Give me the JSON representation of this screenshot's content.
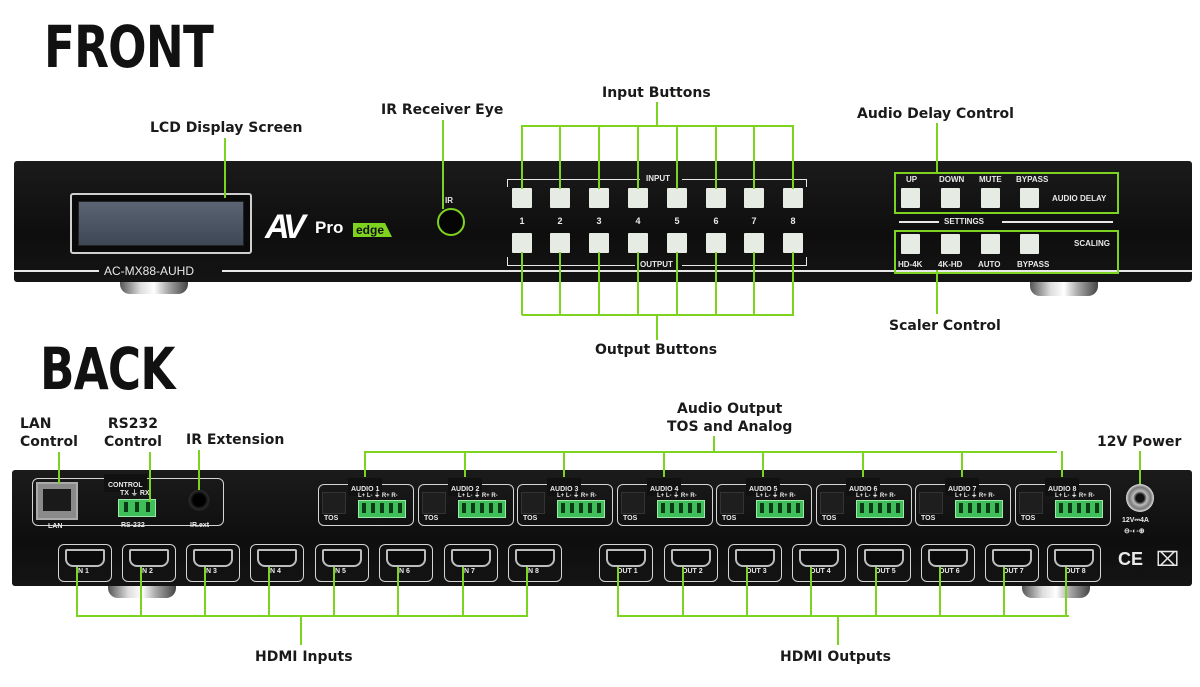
{
  "sections": {
    "front": "FRONT",
    "back": "BACK"
  },
  "brand": {
    "logo_av": "AV",
    "logo_pro": "Pro",
    "logo_edge": "edge",
    "accent_color": "#7dd320",
    "model": "AC-MX88-AUHD"
  },
  "front": {
    "callouts": {
      "lcd": "LCD Display Screen",
      "ir_eye": "IR Receiver Eye",
      "input_buttons": "Input Buttons",
      "output_buttons": "Output Buttons",
      "audio_delay": "Audio Delay Control",
      "scaler": "Scaler Control"
    },
    "ir_label": "IR",
    "input_label": "INPUT",
    "output_label": "OUTPUT",
    "channel_numbers": [
      "1",
      "2",
      "3",
      "4",
      "5",
      "6",
      "7",
      "8"
    ],
    "audio_delay": {
      "buttons": [
        "UP",
        "DOWN",
        "MUTE",
        "BYPASS"
      ],
      "label": "AUDIO DELAY"
    },
    "settings_label": "SETTINGS",
    "scaling": {
      "buttons": [
        "HD-4K",
        "4K-HD",
        "AUTO",
        "BYPASS"
      ],
      "label": "SCALING"
    }
  },
  "back": {
    "callouts": {
      "lan": [
        "LAN",
        "Control"
      ],
      "rs232": [
        "RS232",
        "Control"
      ],
      "ir_ext": "IR Extension",
      "audio_out": [
        "Audio Output",
        "TOS and Analog"
      ],
      "power": "12V Power",
      "hdmi_in": "HDMI Inputs",
      "hdmi_out": "HDMI Outputs"
    },
    "control_label": "CONTROL",
    "lan_label": "LAN",
    "rs232_pins": "TX ⏚ RX",
    "rs232_label": "RS-232",
    "ir_ext_label": "IR.ext",
    "audio_blocks": [
      {
        "label": "AUDIO 1"
      },
      {
        "label": "AUDIO 2"
      },
      {
        "label": "AUDIO 3"
      },
      {
        "label": "AUDIO 4"
      },
      {
        "label": "AUDIO 5"
      },
      {
        "label": "AUDIO 6"
      },
      {
        "label": "AUDIO 7"
      },
      {
        "label": "AUDIO 8"
      }
    ],
    "audio_pins": "L+ L- ⏚ R+ R-",
    "tos_label": "TOS",
    "hdmi_inputs": [
      "IN 1",
      "IN 2",
      "IN 3",
      "IN 4",
      "IN 5",
      "IN 6",
      "IN 7",
      "IN 8"
    ],
    "hdmi_outputs": [
      "OUT 1",
      "OUT 2",
      "OUT 3",
      "OUT 4",
      "OUT 5",
      "OUT 6",
      "OUT 7",
      "OUT 8"
    ],
    "power_rating": "12V⎓4A",
    "polarity": "⊖-◐-⊕",
    "ce_mark": "CE",
    "weee_mark": "⌧"
  }
}
